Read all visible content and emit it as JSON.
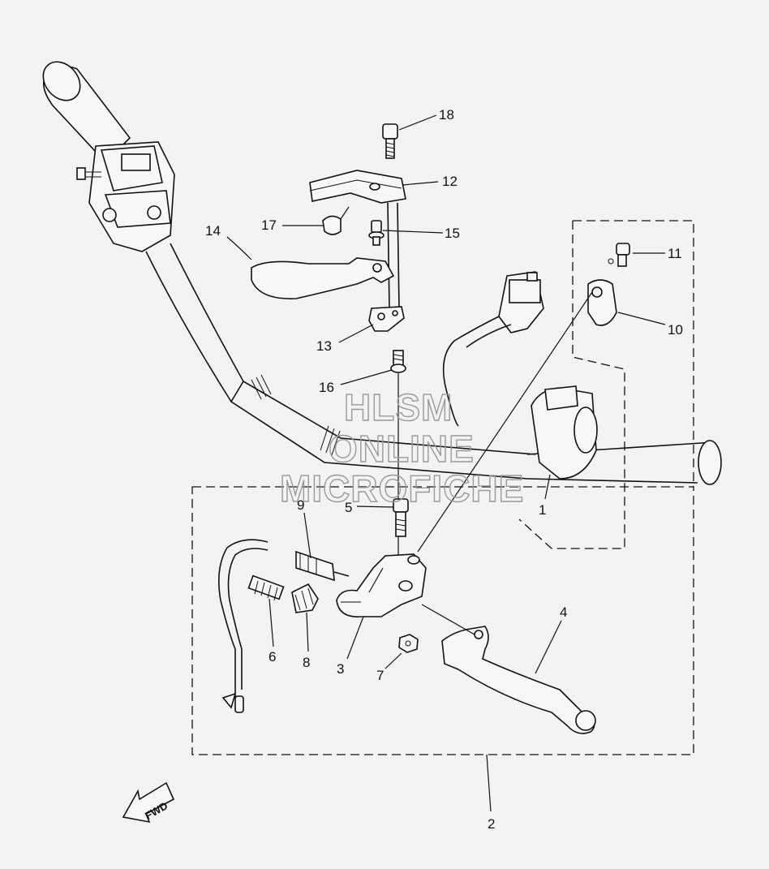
{
  "callouts": {
    "c1": "1",
    "c2": "2",
    "c3": "3",
    "c4": "4",
    "c5": "5",
    "c6": "6",
    "c7": "7",
    "c8": "8",
    "c9": "9",
    "c10": "10",
    "c11": "11",
    "c12": "12",
    "c13": "13",
    "c14": "14",
    "c15": "15",
    "c16": "16",
    "c17": "17",
    "c18": "18"
  },
  "watermark": {
    "line1": "HLSM",
    "line2": "ONLINE",
    "line3": "MICROFICHE"
  },
  "direction": {
    "label": "FWD"
  }
}
